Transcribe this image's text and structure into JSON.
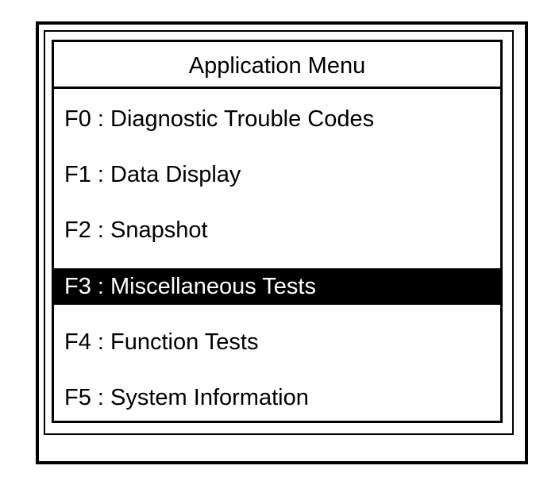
{
  "title": "Application Menu",
  "menu": {
    "items": [
      {
        "key": "F0",
        "label": "Diagnostic Trouble Codes",
        "text": "F0 : Diagnostic Trouble Codes",
        "selected": false
      },
      {
        "key": "F1",
        "label": "Data Display",
        "text": "F1 : Data Display",
        "selected": false
      },
      {
        "key": "F2",
        "label": "Snapshot",
        "text": "F2 : Snapshot",
        "selected": false
      },
      {
        "key": "F3",
        "label": "Miscellaneous Tests",
        "text": "F3 : Miscellaneous Tests",
        "selected": true
      },
      {
        "key": "F4",
        "label": "Function Tests",
        "text": "F4 : Function Tests",
        "selected": false
      },
      {
        "key": "F5",
        "label": "System Information",
        "text": "F5 : System Information",
        "selected": false
      }
    ],
    "selected_key": "F3"
  },
  "colors": {
    "foreground": "#000000",
    "background": "#ffffff",
    "highlight_background": "#000000",
    "highlight_text": "#ffffff"
  }
}
